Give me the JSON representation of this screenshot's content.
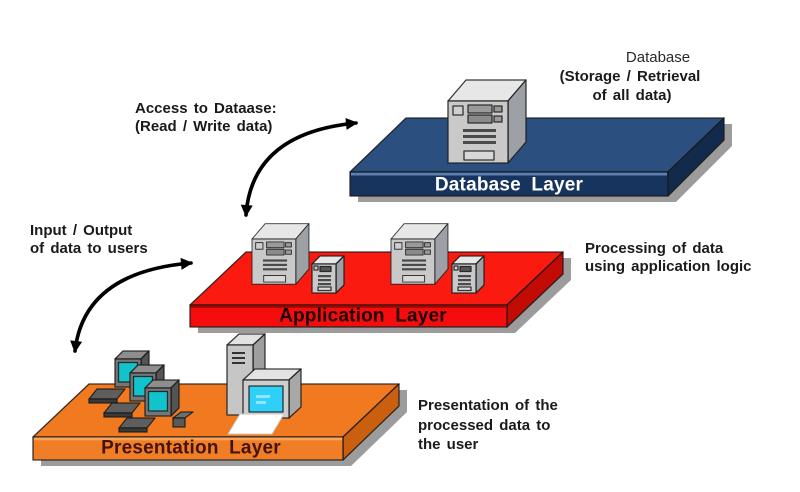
{
  "diagram": {
    "database": {
      "label": "Database Layer",
      "annotation": [
        "Database",
        "(Storage / Retrieval",
        "of all data)"
      ]
    },
    "application": {
      "label": "Application Layer",
      "annotation": [
        "Processing of data",
        "using application logic"
      ]
    },
    "presentation": {
      "label": "Presentation Layer",
      "annotation": [
        "Presentation of the",
        "processed data to",
        "the user"
      ]
    },
    "db_access_note": [
      "Access to Dataase:",
      "(Read / Write data)"
    ],
    "io_note": [
      "Input / Output",
      "of data to users"
    ],
    "colors": {
      "db_top": "#2B4F7E",
      "db_front": "#16345E",
      "db_side": "#122B4D",
      "db_edge": "#5C80B0",
      "db_label": "#FFFFFF",
      "app_top": "#FA1A10",
      "app_front": "#F50D0D",
      "app_side": "#C30B05",
      "app_edge": "#9E0600",
      "app_label": "#1C0202",
      "pres_top": "#F1791F",
      "pres_front": "#EF7E27",
      "pres_side": "#CA5F10",
      "pres_edge": "#F9A55B",
      "pres_label": "#44130A",
      "shadow": "#9C9C9C",
      "arrow": "#000000",
      "server_front": "#C9C9C9",
      "server_top": "#E7E7E7",
      "server_side": "#9DA0A4",
      "screen_teal": "#12C3CC",
      "screen_cyan": "#30CFF7"
    }
  }
}
